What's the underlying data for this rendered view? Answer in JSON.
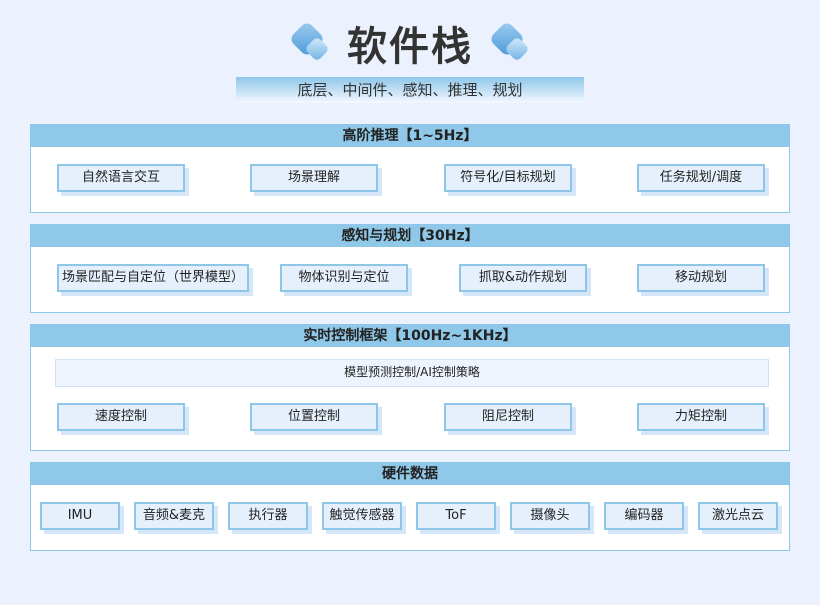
{
  "title": "软件栈",
  "subtitle": "底层、中间件、感知、推理、规划",
  "sections": [
    {
      "title": "高阶推理【1~5Hz】",
      "items": [
        "自然语言交互",
        "场景理解",
        "符号化/目标规划",
        "任务规划/调度"
      ]
    },
    {
      "title": "感知与规划【30Hz】",
      "items": [
        "场景匹配与自定位（世界模型）",
        "物体识别与定位",
        "抓取&动作规划",
        "移动规划"
      ]
    },
    {
      "title": "实时控制框架【100Hz~1KHz】",
      "banner": "模型预测控制/AI控制策略",
      "items": [
        "速度控制",
        "位置控制",
        "阻尼控制",
        "力矩控制"
      ]
    },
    {
      "title": "硬件数据",
      "items": [
        "IMU",
        "音频&麦克",
        "执行器",
        "触觉传感器",
        "ToF",
        "摄像头",
        "编码器",
        "激光点云"
      ]
    }
  ]
}
